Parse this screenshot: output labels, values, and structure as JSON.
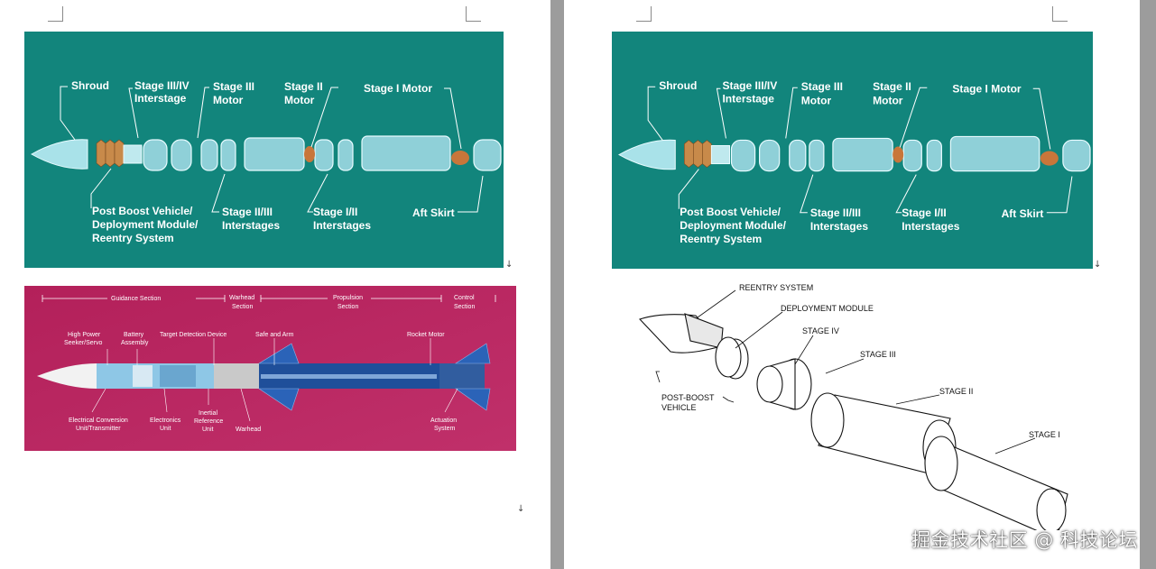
{
  "document": {
    "left_page": {
      "figure1": {
        "labels": {
          "shroud": "Shroud",
          "stage34_interstage": [
            "Stage III/IV",
            "Interstage"
          ],
          "stage3_motor": [
            "Stage III",
            "Motor"
          ],
          "stage2_motor": [
            "Stage II",
            "Motor"
          ],
          "stage1_motor": "Stage I Motor",
          "pbv": [
            "Post Boost Vehicle/",
            "Deployment Module/",
            "Reentry System"
          ],
          "stage23_interstages": [
            "Stage II/III",
            "Interstages"
          ],
          "stage12_interstages": [
            "Stage I/II",
            "Interstages"
          ],
          "aft_skirt": "Aft Skirt"
        }
      },
      "figure2": {
        "sections": {
          "guidance": "Guidance Section",
          "warhead": [
            "Warhead",
            "Section"
          ],
          "propulsion": [
            "Propulsion",
            "Section"
          ],
          "control": [
            "Control",
            "Section"
          ]
        },
        "labels": {
          "seeker": [
            "High Power",
            "Seeker/Servo"
          ],
          "battery": [
            "Battery",
            "Assembly"
          ],
          "target_detection": "Target Detection Device",
          "safe_arm": "Safe and Arm",
          "rocket_motor": "Rocket Motor",
          "elec_conv": [
            "Electrical Conversion",
            "Unit/Transmitter"
          ],
          "electronics": [
            "Electronics",
            "Unit"
          ],
          "inertial": [
            "Inertial",
            "Reference",
            "Unit"
          ],
          "warhead": "Warhead",
          "actuation": [
            "Actuation",
            "System"
          ]
        }
      },
      "para_marks": [
        "↓",
        "↓"
      ]
    },
    "right_page": {
      "figure1": {
        "labels": {
          "shroud": "Shroud",
          "stage34_interstage": [
            "Stage III/IV",
            "Interstage"
          ],
          "stage3_motor": [
            "Stage III",
            "Motor"
          ],
          "stage2_motor": [
            "Stage II",
            "Motor"
          ],
          "stage1_motor": "Stage I Motor",
          "pbv": [
            "Post Boost Vehicle/",
            "Deployment Module/",
            "Reentry System"
          ],
          "stage23_interstages": [
            "Stage II/III",
            "Interstages"
          ],
          "stage12_interstages": [
            "Stage I/II",
            "Interstages"
          ],
          "aft_skirt": "Aft Skirt"
        }
      },
      "figure2": {
        "labels": {
          "reentry": "REENTRY SYSTEM",
          "deployment": "DEPLOYMENT MODULE",
          "stage4": "STAGE IV",
          "stage3": "STAGE III",
          "stage2": "STAGE II",
          "stage1": "STAGE I",
          "pbv": [
            "POST-BOOST",
            "VEHICLE"
          ]
        }
      },
      "para_marks": [
        "↓"
      ]
    },
    "watermark": "掘金技术社区 @ 科技论坛",
    "colors": {
      "teal": "#12857c",
      "magenta": "#b8265e",
      "page": "#ffffff",
      "gutter": "#9c9c9c"
    }
  }
}
